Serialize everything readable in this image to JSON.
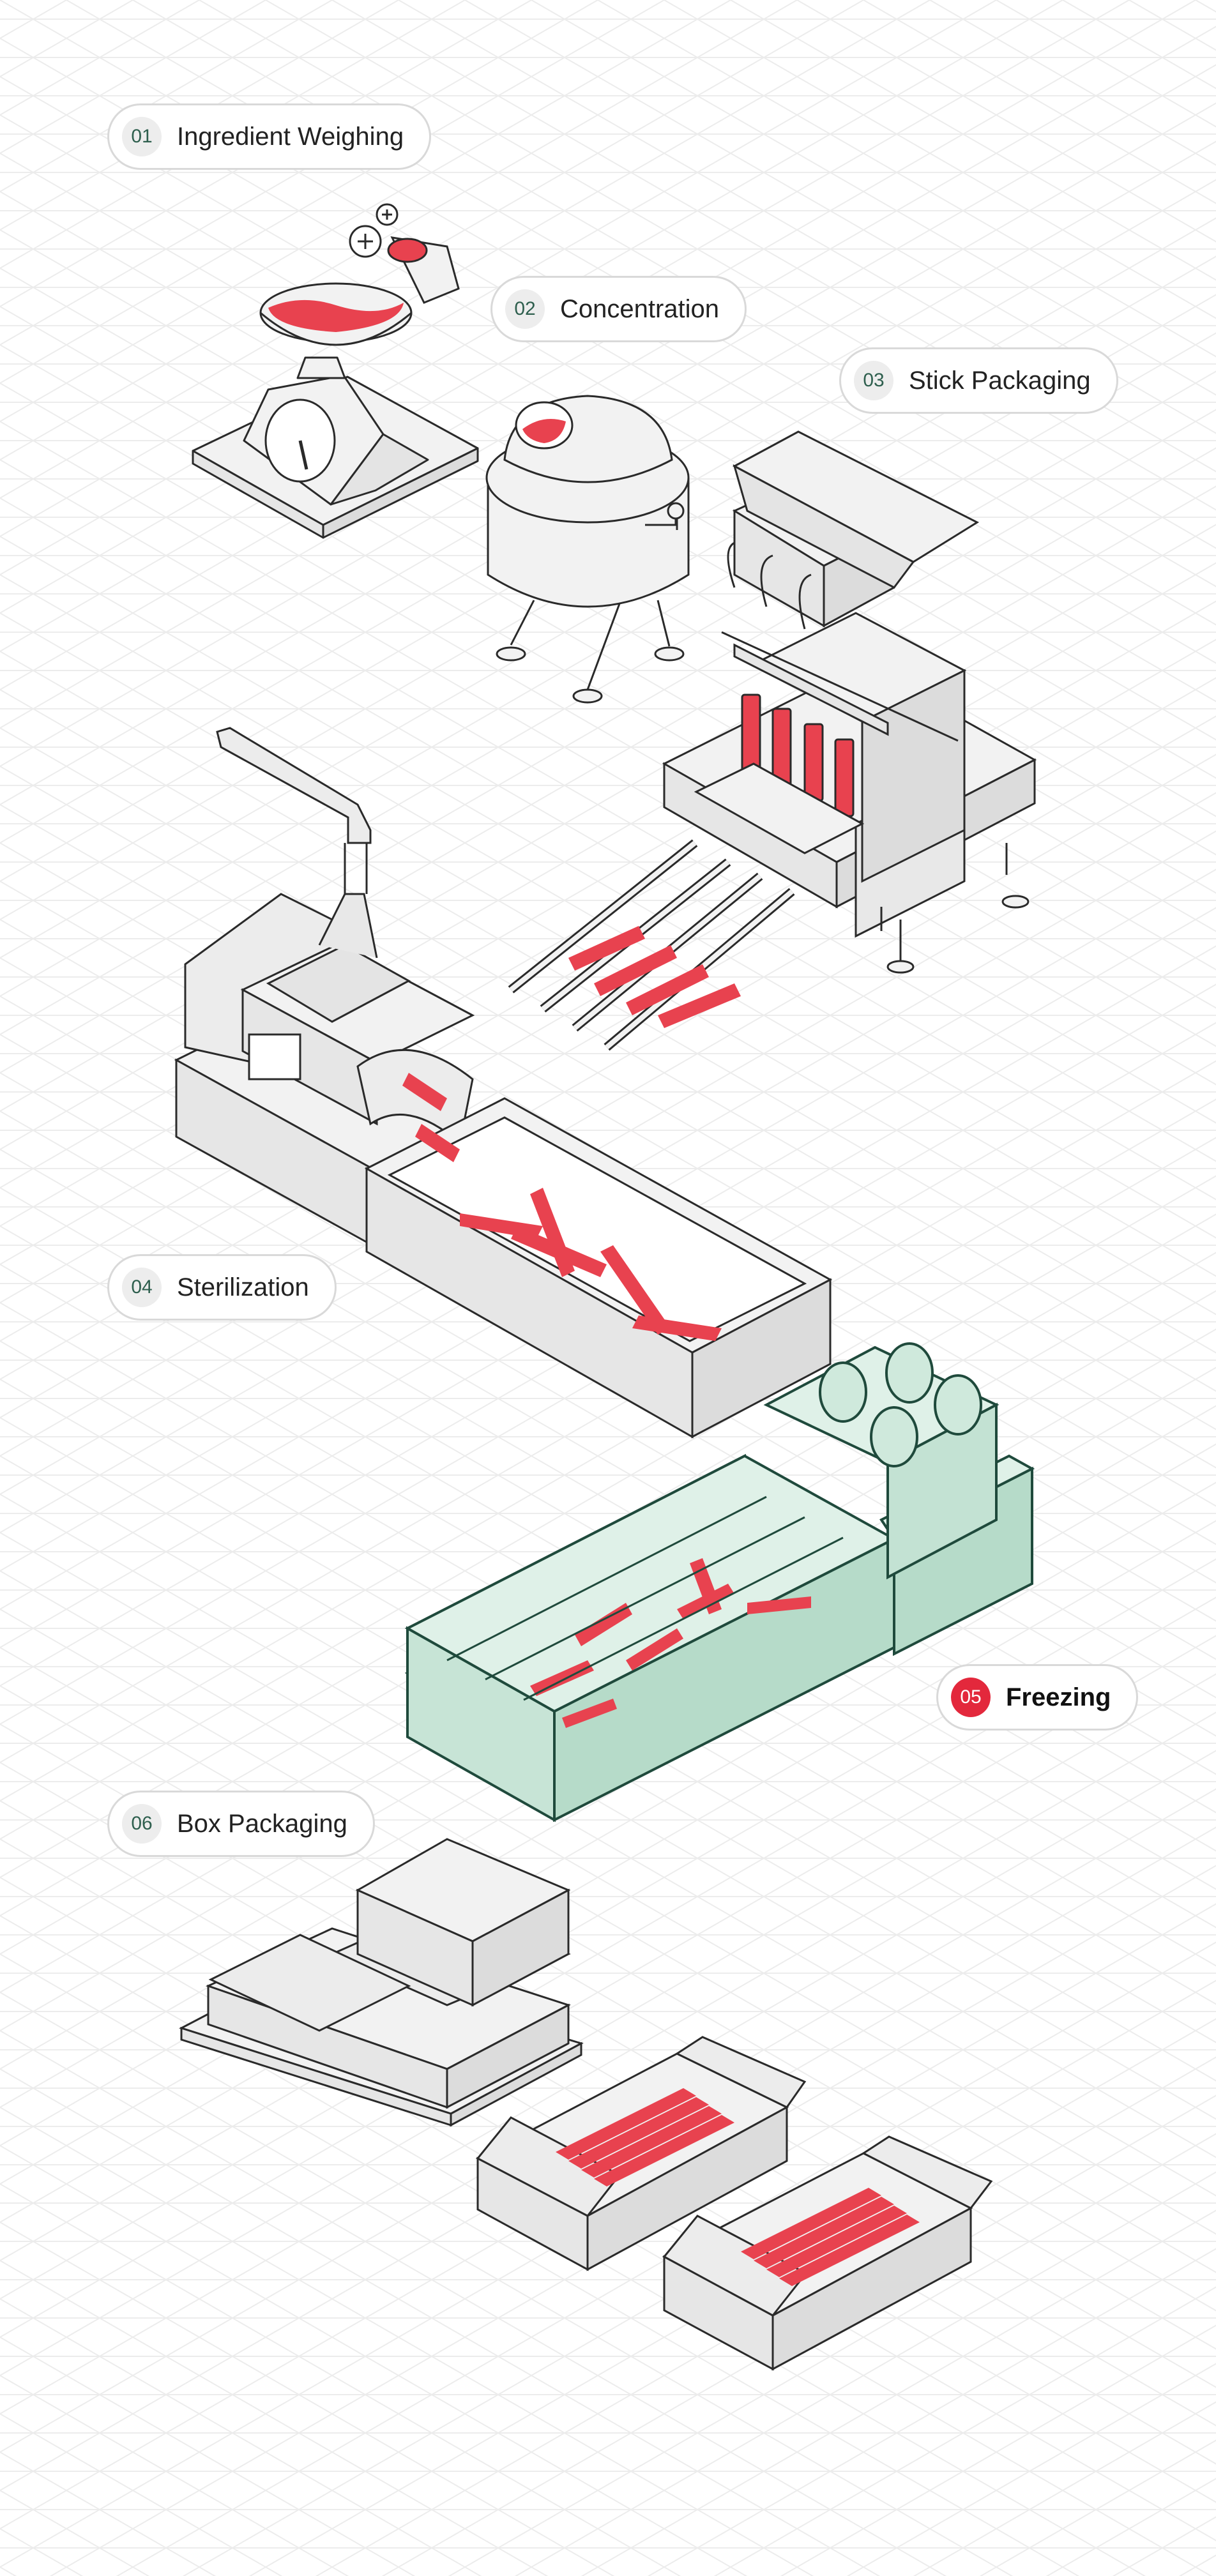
{
  "steps": [
    {
      "number": "01",
      "label": "Ingredient Weighing",
      "active": false
    },
    {
      "number": "02",
      "label": "Concentration",
      "active": false
    },
    {
      "number": "03",
      "label": "Stick Packaging",
      "active": false
    },
    {
      "number": "04",
      "label": "Sterilization",
      "active": false
    },
    {
      "number": "05",
      "label": "Freezing",
      "active": true
    },
    {
      "number": "06",
      "label": "Box Packaging",
      "active": false
    }
  ],
  "colors": {
    "background": "#ffffff",
    "grid": "#ececec",
    "outline": "#2a2a2a",
    "machine_fill": "#f2f2f2",
    "product_red": "#e8424f",
    "freezer_fill": "#cfe9dc",
    "freezer_outline": "#1f4a3c",
    "active_badge": "#e3283c"
  }
}
